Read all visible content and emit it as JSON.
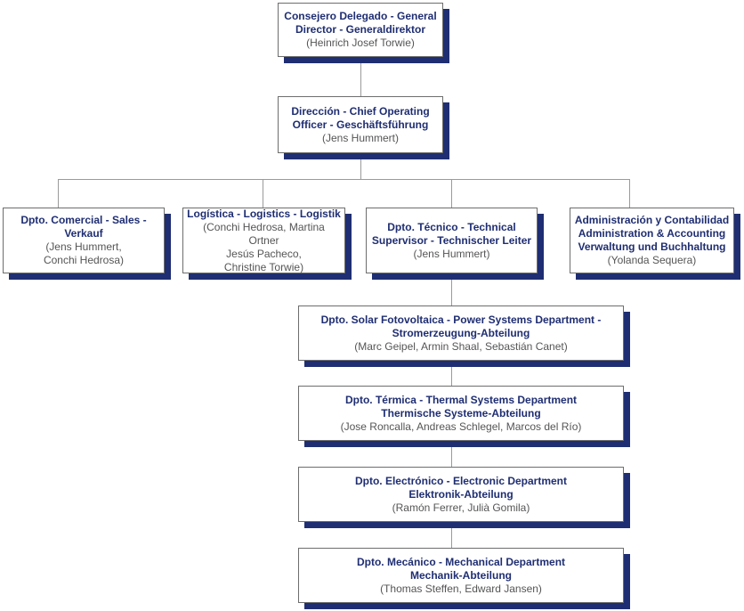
{
  "colors": {
    "title": "#1f2e72",
    "shadow": "#1f2e72",
    "names": "#555555",
    "lines": "#9a9a9a"
  },
  "ceo": {
    "title": [
      "Consejero Delegado - General",
      "Director - Generaldirektor"
    ],
    "names": [
      "(Heinrich Josef Torwie)"
    ]
  },
  "coo": {
    "title": [
      "Dirección - Chief Operating",
      "Officer - Geschäftsführung"
    ],
    "names": [
      "(Jens Hummert)"
    ]
  },
  "sales": {
    "title": [
      "Dpto. Comercial - Sales -",
      "Verkauf"
    ],
    "names": [
      "(Jens Hummert,",
      "Conchi Hedrosa)"
    ]
  },
  "logistics": {
    "title": [
      "Logística - Logistics - Logistik"
    ],
    "names": [
      "(Conchi Hedrosa, Martina Ortner",
      "Jesús Pacheco,",
      "Christine Torwie)"
    ]
  },
  "technical": {
    "title": [
      "Dpto. Técnico - Technical",
      "Supervisor - Technischer Leiter"
    ],
    "names": [
      "(Jens Hummert)"
    ]
  },
  "admin": {
    "title": [
      "Administración y Contabilidad",
      "Administration & Accounting",
      "Verwaltung und Buchhaltung"
    ],
    "names": [
      "(Yolanda Sequera)"
    ]
  },
  "solar": {
    "title": [
      "Dpto. Solar Fotovoltaica - Power Systems Department -",
      "Stromerzeugung-Abteilung"
    ],
    "names": [
      "(Marc Geipel, Armin Shaal, Sebastián Canet)"
    ]
  },
  "thermal": {
    "title": [
      "Dpto. Térmica - Thermal Systems Department",
      "Thermische Systeme-Abteilung"
    ],
    "names": [
      "(Jose Roncalla, Andreas Schlegel, Marcos del Río)"
    ]
  },
  "electronic": {
    "title": [
      "Dpto. Electrónico - Electronic Department",
      "Elektronik-Abteilung"
    ],
    "names": [
      "(Ramón Ferrer, Julià Gomila)"
    ]
  },
  "mechanical": {
    "title": [
      "Dpto. Mecánico - Mechanical Department",
      "Mechanik-Abteilung"
    ],
    "names": [
      "(Thomas Steffen, Edward Jansen)"
    ]
  }
}
